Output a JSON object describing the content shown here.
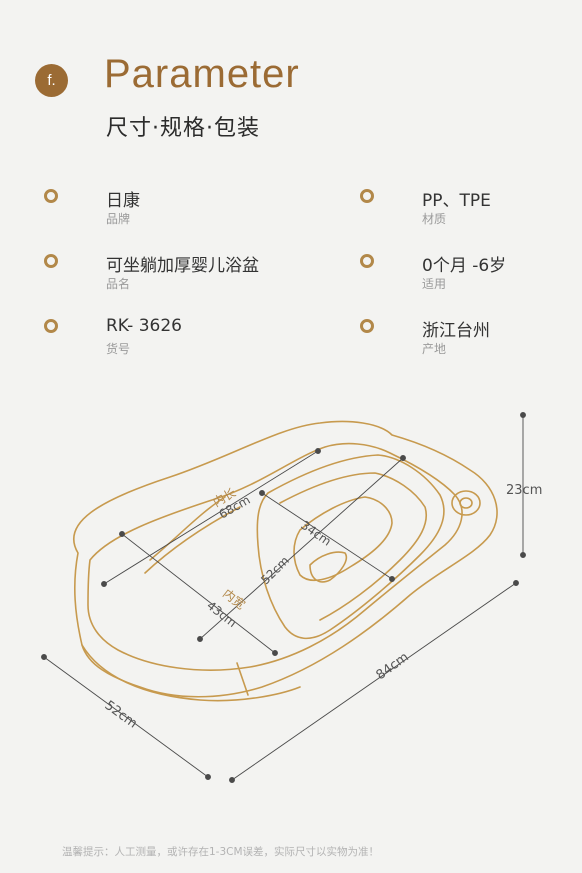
{
  "header": {
    "badge": "f.",
    "title_en": "Parameter",
    "title_cn": "尺寸·规格·包装"
  },
  "params": [
    {
      "value": "日康",
      "label": "品牌"
    },
    {
      "value": "PP、TPE",
      "label": "材质"
    },
    {
      "value": "可坐躺加厚婴儿浴盆",
      "label": "品名"
    },
    {
      "value": "0个月 -6岁",
      "label": "适用"
    },
    {
      "value": "RK- 3626",
      "label": "货号"
    },
    {
      "value": "浙江台州",
      "label": "产地"
    }
  ],
  "diagram": {
    "inner_length_label": "内长",
    "inner_length": "68cm",
    "inner_width_label": "内宽",
    "inner_width": "43cm",
    "seat_width": "34cm",
    "seat_length": "52cm",
    "height": "23cm",
    "outer_length": "84cm",
    "outer_width": "52cm"
  },
  "note": "温馨提示：人工测量，或许存在1-3CM误差，实际尺寸以实物为准！",
  "colors": {
    "accent": "#9b6b34",
    "outline": "#c79a4e",
    "background": "#f3f3f1"
  }
}
